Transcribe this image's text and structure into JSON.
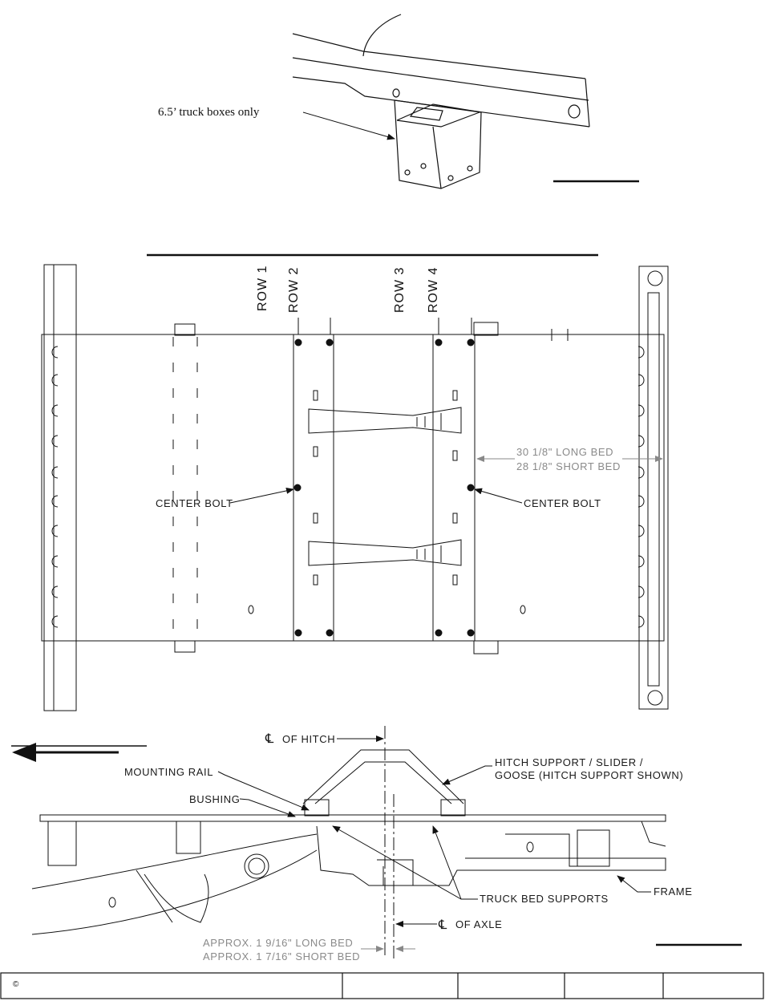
{
  "top_view": {
    "callout": "6.5’ truck boxes only"
  },
  "plan_view": {
    "rows": [
      "ROW 1",
      "ROW 2",
      "ROW 3",
      "ROW 4"
    ],
    "center_bolt_left": "CENTER BOLT",
    "center_bolt_right": "CENTER BOLT",
    "dim_long": "30 1/8\" LONG BED",
    "dim_short": "28 1/8\" SHORT BED"
  },
  "side_view": {
    "cl_hitch": "OF HITCH",
    "cl_axle": "OF AXLE",
    "centerline_symbol": "℄",
    "mounting_rail": "MOUNTING RAIL",
    "bushing": "BUSHING",
    "hitch_support_1": "HITCH SUPPORT / SLIDER /",
    "hitch_support_2": "GOOSE (HITCH SUPPORT SHOWN)",
    "truck_bed_supports": "TRUCK BED SUPPORTS",
    "frame": "FRAME",
    "approx_long": "APPROX. 1 9/16\" LONG BED",
    "approx_short": "APPROX. 1 7/16\" SHORT BED"
  },
  "footer": {
    "copyright": "©"
  }
}
